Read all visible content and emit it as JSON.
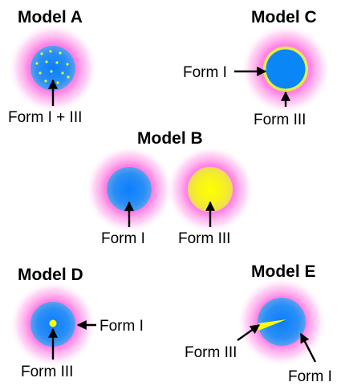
{
  "models": {
    "a": {
      "title": "Model A",
      "label": "Form I + III"
    },
    "b": {
      "title": "Model B",
      "label_left": "Form I",
      "label_right": "Form III"
    },
    "c": {
      "title": "Model C",
      "label_inner": "Form I",
      "label_edge": "Form III"
    },
    "d": {
      "title": "Model D",
      "label_right": "Form I",
      "label_center": "Form III"
    },
    "e": {
      "title": "Model E",
      "label_wedge": "Form III",
      "label_body": "Form I"
    }
  },
  "colors": {
    "halo": "#ff7ee3",
    "core_blue": "#1e8fff",
    "form_three_yellow": "#ffff00",
    "dots": "#d8ff2a",
    "arrow": "#000000"
  }
}
